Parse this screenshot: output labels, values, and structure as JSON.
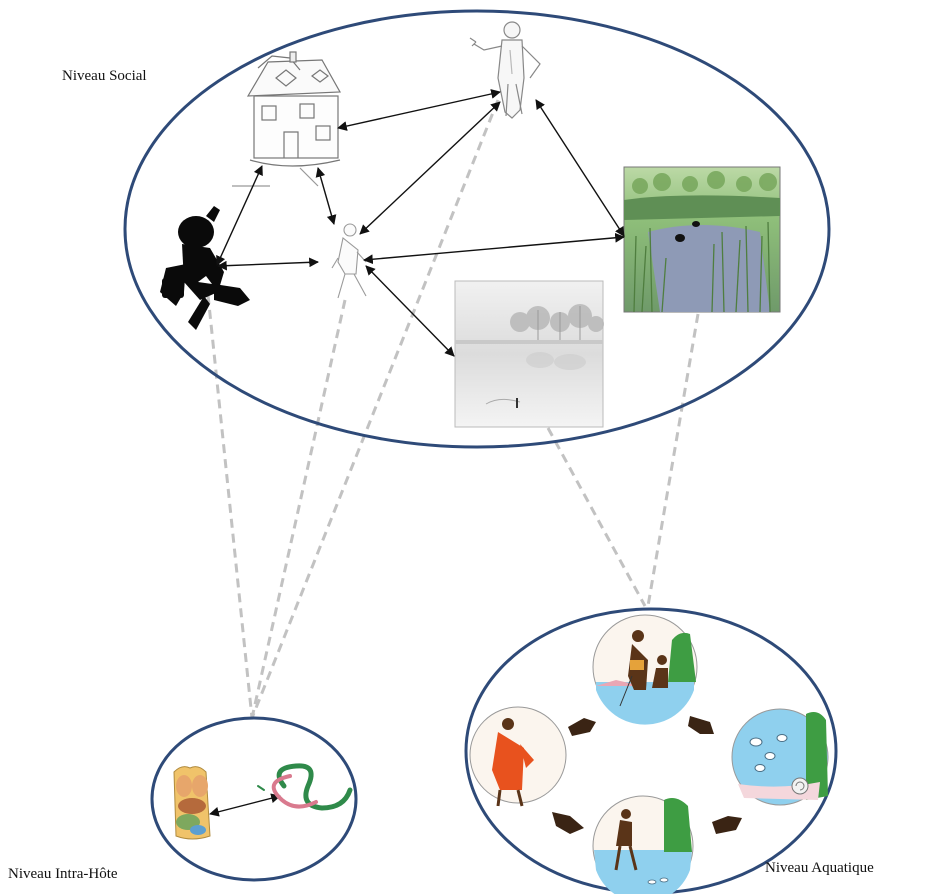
{
  "labels": {
    "social": "Niveau Social",
    "intra_host": "Niveau Intra-Hôte",
    "aquatic": "Niveau  Aquatique"
  },
  "colors": {
    "ellipse_stroke": "#2e4a78",
    "dashed_link": "#c2c2c2",
    "arrow": "#111111",
    "water_blue": "#8fd0ee",
    "reed_green": "#3e9d43",
    "robe_orange": "#e8521e",
    "skin": "#5a3418"
  },
  "icons": {
    "house": "house-sketch-icon",
    "official": "official-man-sketch-icon",
    "walker": "walking-man-sketch-icon",
    "child": "running-child-silhouette-icon",
    "pond": "reed-pond-painting-icon",
    "lake": "misty-lake-photo-icon",
    "organs": "human-organs-icon",
    "worm": "schistosome-worm-icon",
    "hand": "pointing-hand-icon"
  }
}
